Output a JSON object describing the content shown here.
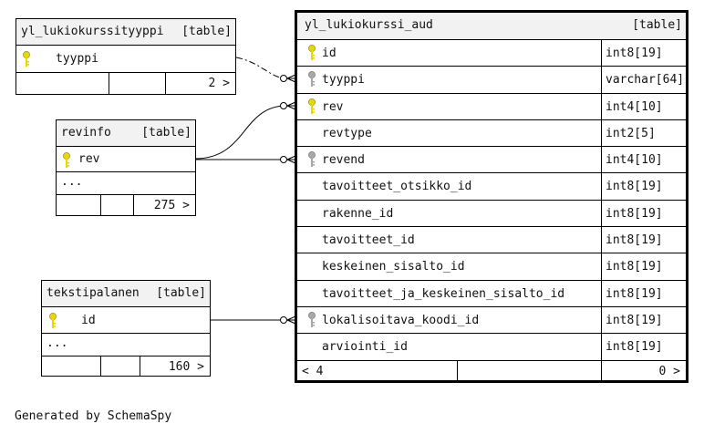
{
  "tables": {
    "tyyppi_tbl": {
      "name": "yl_lukiokurssityyppi",
      "kind": "[table]",
      "columns": [
        {
          "name": "tyyppi",
          "key": "primary"
        }
      ],
      "child_count": "2 >"
    },
    "revinfo": {
      "name": "revinfo",
      "kind": "[table]",
      "columns": [
        {
          "name": "rev",
          "key": "primary"
        }
      ],
      "ellipsis": "...",
      "child_count": "275 >"
    },
    "tekstipalanen": {
      "name": "tekstipalanen",
      "kind": "[table]",
      "columns": [
        {
          "name": "id",
          "key": "primary"
        }
      ],
      "ellipsis": "...",
      "child_count": "160 >"
    },
    "aud": {
      "name": "yl_lukiokurssi_aud",
      "kind": "[table]",
      "columns": [
        {
          "name": "id",
          "type": "int8[19]",
          "key": "primary"
        },
        {
          "name": "tyyppi",
          "type": "varchar[64]",
          "key": "foreign"
        },
        {
          "name": "rev",
          "type": "int4[10]",
          "key": "primary"
        },
        {
          "name": "revtype",
          "type": "int2[5]",
          "key": "none"
        },
        {
          "name": "revend",
          "type": "int4[10]",
          "key": "foreign"
        },
        {
          "name": "tavoitteet_otsikko_id",
          "type": "int8[19]",
          "key": "none"
        },
        {
          "name": "rakenne_id",
          "type": "int8[19]",
          "key": "none"
        },
        {
          "name": "tavoitteet_id",
          "type": "int8[19]",
          "key": "none"
        },
        {
          "name": "keskeinen_sisalto_id",
          "type": "int8[19]",
          "key": "none"
        },
        {
          "name": "tavoitteet_ja_keskeinen_sisalto_id",
          "type": "int8[19]",
          "key": "none"
        },
        {
          "name": "lokalisoitava_koodi_id",
          "type": "int8[19]",
          "key": "foreign"
        },
        {
          "name": "arviointi_id",
          "type": "int8[19]",
          "key": "none"
        }
      ],
      "parent_count": "< 4",
      "child_count": "0 >"
    }
  },
  "colors": {
    "primary_key": "#e8d800",
    "foreign_key": "#a8a8a8",
    "header_bg": "#f2f2f2"
  },
  "footer_text": "Generated by SchemaSpy"
}
